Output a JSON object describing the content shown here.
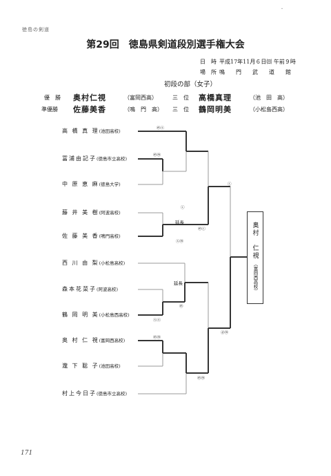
{
  "header": {
    "book_label": "徳島の剣道",
    "page_number": "171"
  },
  "title": "第29回　徳島県剣道段別選手権大会",
  "event": {
    "date_label": "日　時",
    "date_value": "平成17年11月６日㈰ 午前９時",
    "place_label": "場　所",
    "place_value": "鳴　　門　　武　　道　　館"
  },
  "division": "初段の部（女子）",
  "results": {
    "rows": [
      {
        "rank1": "優　勝",
        "name1": "奥村仁視",
        "school1": "（富岡西高）",
        "rank2": "三　位",
        "name2": "高橋真理",
        "school2": "（池　田　高）"
      },
      {
        "rank1": "準優勝",
        "name1": "佐藤美香",
        "school1": "（鳴　門　高）",
        "rank2": "三　位",
        "name2": "鶴岡明美",
        "school2": "（小松島西高）"
      }
    ]
  },
  "participants": [
    {
      "name": "高 橋 真 理",
      "school": "(池田高校)"
    },
    {
      "name": "冨浦由記子",
      "school": "(徳島市立高校)"
    },
    {
      "name": "中 原 恵 麻",
      "school": "(徳島大学)"
    },
    {
      "name": "藤 井 美 樹",
      "school": "(阿波高校)"
    },
    {
      "name": "佐 藤 美 香",
      "school": "(鳴門高校)"
    },
    {
      "name": "西 川 由 梨",
      "school": "(小松島高校)"
    },
    {
      "name": "森本花菜子",
      "school": "(阿波高校)"
    },
    {
      "name": "鶴 岡 明 美",
      "school": "(小松島西高校)"
    },
    {
      "name": "奥 村 仁 視",
      "school": "(富岡西高校)"
    },
    {
      "name": "瀧 下 聡 子",
      "school": "(池田高校)"
    },
    {
      "name": "村上今日子",
      "school": "(徳島市立高校)"
    }
  ],
  "bracket": {
    "extension_label": "延長",
    "marks": {
      "m1": "ⓜⓢ",
      "m2": "ⓜⓜ",
      "m3": "ⓒ",
      "m4": "ⓜⓒ",
      "m5": "ⓒ",
      "m6": "ⓢⓜ",
      "m7": "ⓜ",
      "m8": "ⓢⓢ",
      "m9": "ⓜⓜ",
      "m10": "ⓜⓜ",
      "m11": "ⓓⓜ",
      "m12": "ⓢ"
    }
  },
  "winner": {
    "name": "奥村　仁視",
    "school": "（富岡西高校）"
  }
}
